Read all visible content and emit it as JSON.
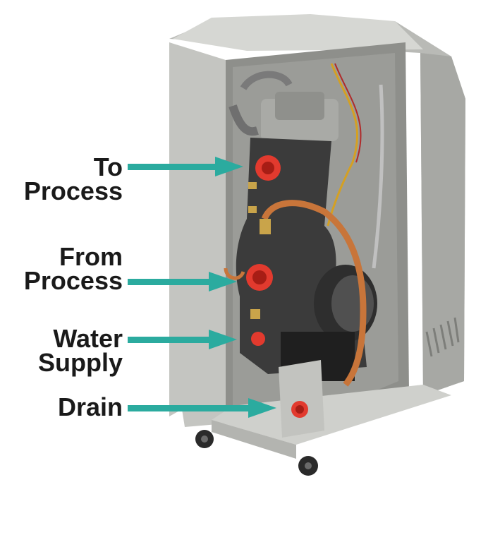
{
  "labels": {
    "to_process": [
      "To",
      "Process"
    ],
    "from_process": [
      "From",
      "Process"
    ],
    "water_supply": [
      "Water",
      "Supply"
    ],
    "drain": [
      "Drain"
    ]
  },
  "colors": {
    "arrow": "#2bab9f",
    "text": "#1a1a1a",
    "cabinet": "#c9c9c4",
    "housing": "#3a3a3a",
    "port": "#e23a2e",
    "copper": "#c8753a"
  }
}
